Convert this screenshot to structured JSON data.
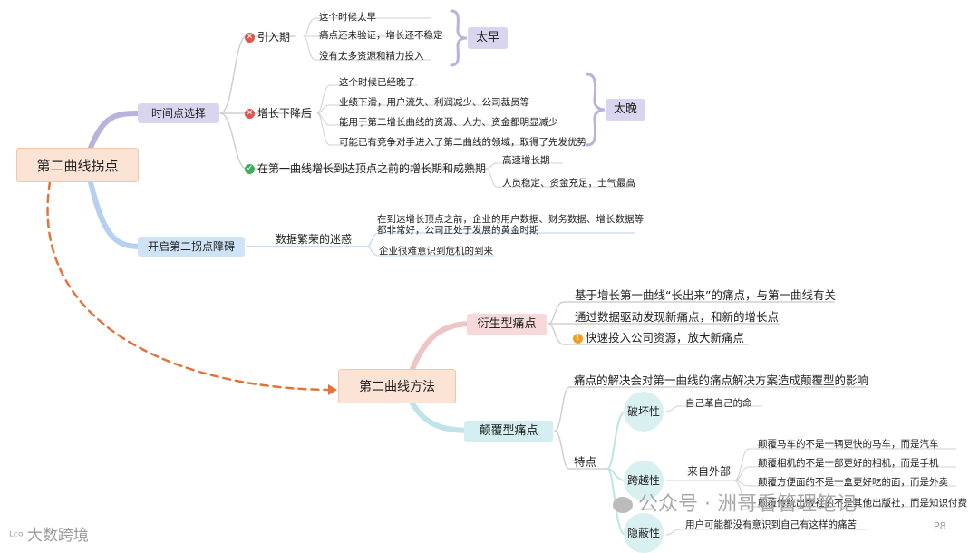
{
  "root1": "第二曲线拐点",
  "root2": "第二曲线方法",
  "timing": {
    "label": "时间点选择",
    "intro": {
      "label": "引入期",
      "items": [
        "这个时候太早",
        "痛点还未验证，增长还不稳定",
        "没有太多资源和精力投入"
      ],
      "tag": "太早"
    },
    "decline": {
      "label": "增长下降后",
      "items": [
        "这个时候已经晚了",
        "业绩下滑，用户流失、利润减少、公司裁员等",
        "能用于第二增长曲线的资源、人力、资金都明显减少",
        "可能已有竞争对手进入了第二曲线的领域，取得了先发优势"
      ],
      "tag": "太晚"
    },
    "right": {
      "label": "在第一曲线增长到达顶点之前的增长期和成熟期",
      "items": [
        "高速增长期",
        "人员稳定、资金充足，士气最高"
      ]
    }
  },
  "barrier": {
    "label": "开启第二拐点障碍",
    "sub": "数据繁荣的迷惑",
    "items": [
      "在到达增长顶点之前，企业的用户数据、财务数据、增长数据等",
      "都非常好，公司正处于发展的黄金时期",
      "企业很难意识到危机的到来"
    ]
  },
  "derived": {
    "label": "衍生型痛点",
    "items": [
      "基于增长第一曲线“长出来”的痛点，与第一曲线有关",
      "通过数据驱动发现新痛点，和新的增长点",
      "快速投入公司资源，放大新痛点"
    ]
  },
  "disruptive": {
    "label": "颠覆型痛点",
    "note": "痛点的解决会对第一曲线的痛点解决方案造成颠覆型的影响",
    "feature": "特点",
    "destructive": {
      "label": "破坏性",
      "item": "自己革自己的命"
    },
    "crossing": {
      "label": "跨越性",
      "sub": "来自外部",
      "items": [
        "颠覆马车的不是一辆更快的马车，而是汽车",
        "颠覆相机的不是一部更好的相机，而是手机",
        "颠覆方便面的不是一盒更好吃的面，而是外卖",
        "颠覆传统出版社的不是其他出版社，而是知识付费"
      ]
    },
    "hidden": {
      "label": "隐蔽性",
      "item": "用户可能都没有意识到自己有这样的痛苦"
    }
  },
  "watermark": {
    "left": "大数跨境",
    "right": "公众号 · 洲哥看管理笔记",
    "page": "P8"
  }
}
